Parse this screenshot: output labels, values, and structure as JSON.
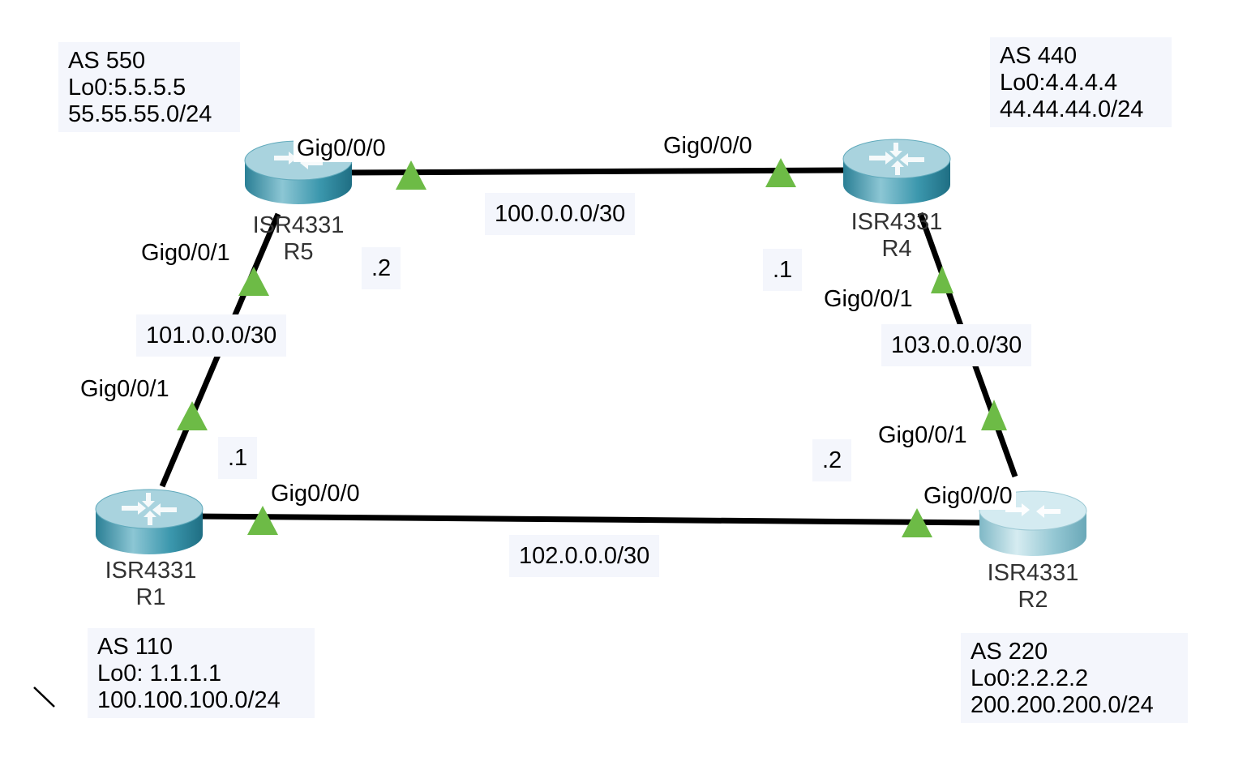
{
  "colors": {
    "link": "#000000",
    "status_up": "#6dbb46",
    "note_bg": "#f4f6fc",
    "router_body": "#2f8fa6",
    "router_top": "#a9d3de"
  },
  "routers": {
    "r1": {
      "icon": "router-icon",
      "model": "ISR4331",
      "name": "R1"
    },
    "r2": {
      "icon": "router-icon",
      "model": "ISR4331",
      "name": "R2"
    },
    "r4": {
      "icon": "router-icon",
      "model": "ISR4331",
      "name": "R4"
    },
    "r5": {
      "icon": "router-icon",
      "model": "ISR4331",
      "name": "R5"
    }
  },
  "notes": {
    "r1": {
      "as": "AS 110",
      "loopback": "Lo0: 1.1.1.1",
      "network": "100.100.100.0/24"
    },
    "r2": {
      "as": "AS 220",
      "loopback": "Lo0:2.2.2.2",
      "network": "200.200.200.0/24"
    },
    "r4": {
      "as": "AS 440",
      "loopback": "Lo0:4.4.4.4",
      "network": "44.44.44.0/24"
    },
    "r5": {
      "as": "AS 550",
      "loopback": "Lo0:5.5.5.5",
      "network": "55.55.55.0/24"
    }
  },
  "links": {
    "r5_r4": {
      "subnet": "100.0.0.0/30",
      "if_r5": "Gig0/0/0",
      "if_r4": "Gig0/0/0",
      "host_r5": ".2",
      "host_r4": ".1"
    },
    "r1_r5": {
      "subnet": "101.0.0.0/30",
      "if_r5": "Gig0/0/1",
      "if_r1": "Gig0/0/1"
    },
    "r1_r2": {
      "subnet": "102.0.0.0/30",
      "if_r1": "Gig0/0/0",
      "if_r2": "Gig0/0/0",
      "host_r1": ".1",
      "host_r2": ".2"
    },
    "r2_r4": {
      "subnet": "103.0.0.0/30",
      "if_r4": "Gig0/0/1",
      "if_r2": "Gig0/0/1"
    }
  },
  "status_icon": "link-up-triangle-icon"
}
